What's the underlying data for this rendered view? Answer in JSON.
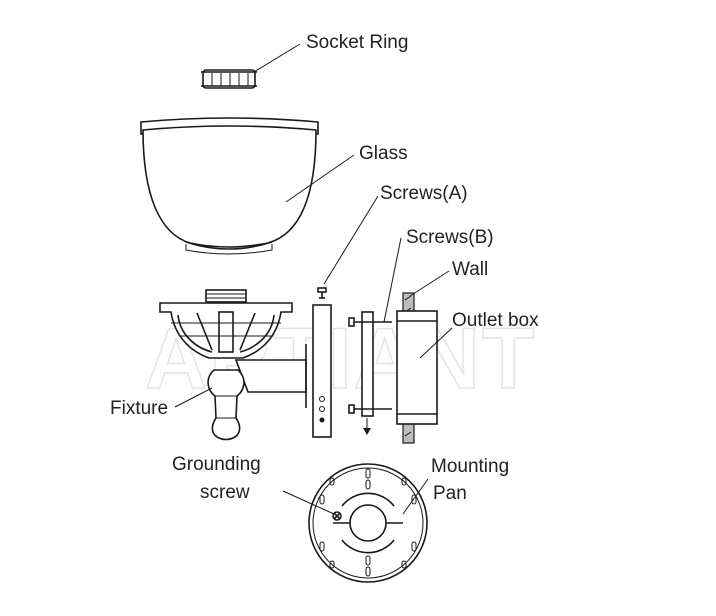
{
  "watermark": "ARTIANT",
  "labels": {
    "socket_ring": "Socket Ring",
    "glass": "Glass",
    "screws_a": "Screws(A)",
    "screws_b": "Screws(B)",
    "wall": "Wall",
    "outlet_box": "Outlet box",
    "fixture": "Fixture",
    "grounding_line1": "Grounding",
    "grounding_line2": "screw",
    "mounting_line1": "Mounting",
    "mounting_line2": "Pan"
  },
  "colors": {
    "line": "#1a1a1a",
    "watermark": "#e4e4e4",
    "wall_hatch": "#bdbdbd"
  }
}
